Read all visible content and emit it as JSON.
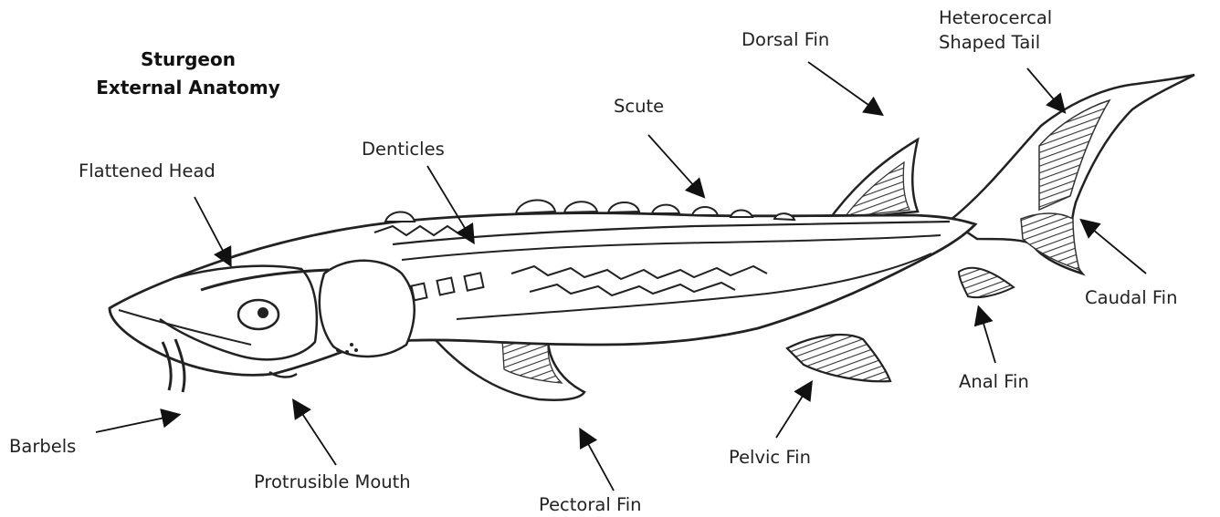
{
  "title": {
    "line1": "Sturgeon",
    "line2": "External Anatomy"
  },
  "labels": {
    "flattened_head": "Flattened Head",
    "denticles": "Denticles",
    "scute": "Scute",
    "dorsal_fin": "Dorsal Fin",
    "tail_line1": "Heterocercal",
    "tail_line2": "Shaped Tail",
    "caudal_fin": "Caudal Fin",
    "anal_fin": "Anal Fin",
    "pelvic_fin": "Pelvic Fin",
    "pectoral_fin": "Pectoral Fin",
    "protrusible_mouth": "Protrusible Mouth",
    "barbels": "Barbels"
  },
  "colors": {
    "ink": "#222222",
    "fin_hatch": "#333333",
    "background": "#ffffff"
  }
}
